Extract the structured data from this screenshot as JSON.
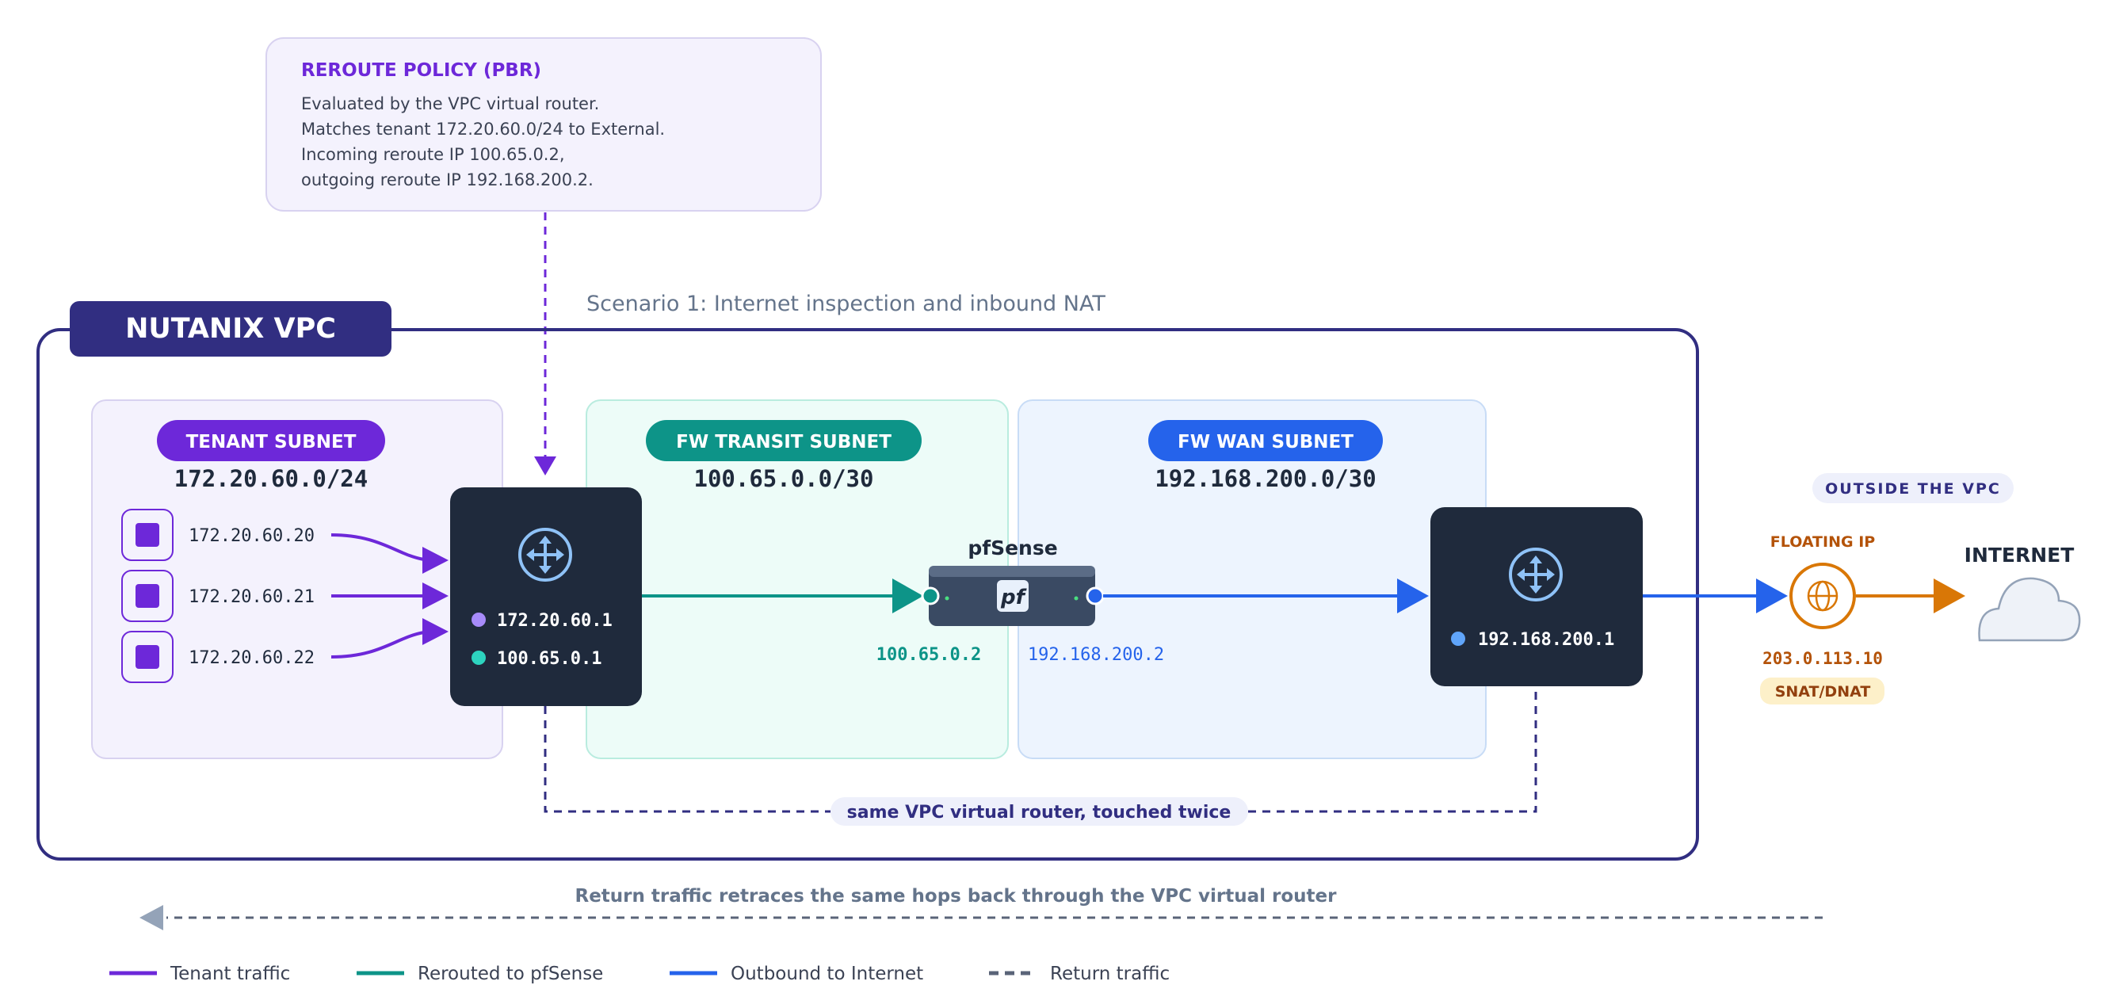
{
  "policy": {
    "title": "REROUTE POLICY (PBR)",
    "lines": [
      "Evaluated by the VPC virtual router.",
      "Matches tenant 172.20.60.0/24 to External.",
      "Incoming reroute IP 100.65.0.2,",
      "outgoing reroute IP 192.168.200.2."
    ]
  },
  "scenario": "Scenario 1: Internet inspection and inbound NAT",
  "vpc": {
    "label": "NUTANIX VPC"
  },
  "tenant": {
    "pill": "TENANT SUBNET",
    "cidr": "172.20.60.0/24",
    "vms": [
      "172.20.60.20",
      "172.20.60.21",
      "172.20.60.22"
    ]
  },
  "transit": {
    "pill": "FW TRANSIT SUBNET",
    "cidr": "100.65.0.0/30"
  },
  "wan": {
    "pill": "FW WAN SUBNET",
    "cidr": "192.168.200.0/30"
  },
  "router1": {
    "ips": [
      "172.20.60.1",
      "100.65.0.1"
    ]
  },
  "router2": {
    "ip": "192.168.200.1"
  },
  "pfsense": {
    "label": "pfSense",
    "logo": "pf",
    "ip_in": "100.65.0.2",
    "ip_out": "192.168.200.2"
  },
  "router_note": "same VPC virtual router, touched twice",
  "outside": {
    "label": "OUTSIDE THE VPC",
    "floating_label": "FLOATING IP",
    "floating_ip": "203.0.113.10",
    "nat_badge": "SNAT/DNAT",
    "internet": "INTERNET"
  },
  "return_text": "Return traffic retraces the same hops back through the VPC virtual router",
  "legend": [
    {
      "label": "Tenant traffic",
      "color": "#6d28d9",
      "dashed": false
    },
    {
      "label": "Rerouted to pfSense",
      "color": "#0d9488",
      "dashed": false
    },
    {
      "label": "Outbound to Internet",
      "color": "#2563eb",
      "dashed": false
    },
    {
      "label": "Return traffic",
      "color": "#5a6478",
      "dashed": true
    }
  ],
  "colors": {
    "tenant": "#6d28d9",
    "transit": "#0d9488",
    "wan": "#2563eb",
    "floating": "#d97706",
    "vpc": "#312e81",
    "router": "#1f2a3c"
  },
  "icons": [
    "router-icon",
    "vm-icon",
    "globe-icon",
    "cloud-icon",
    "firewall-appliance-icon"
  ]
}
